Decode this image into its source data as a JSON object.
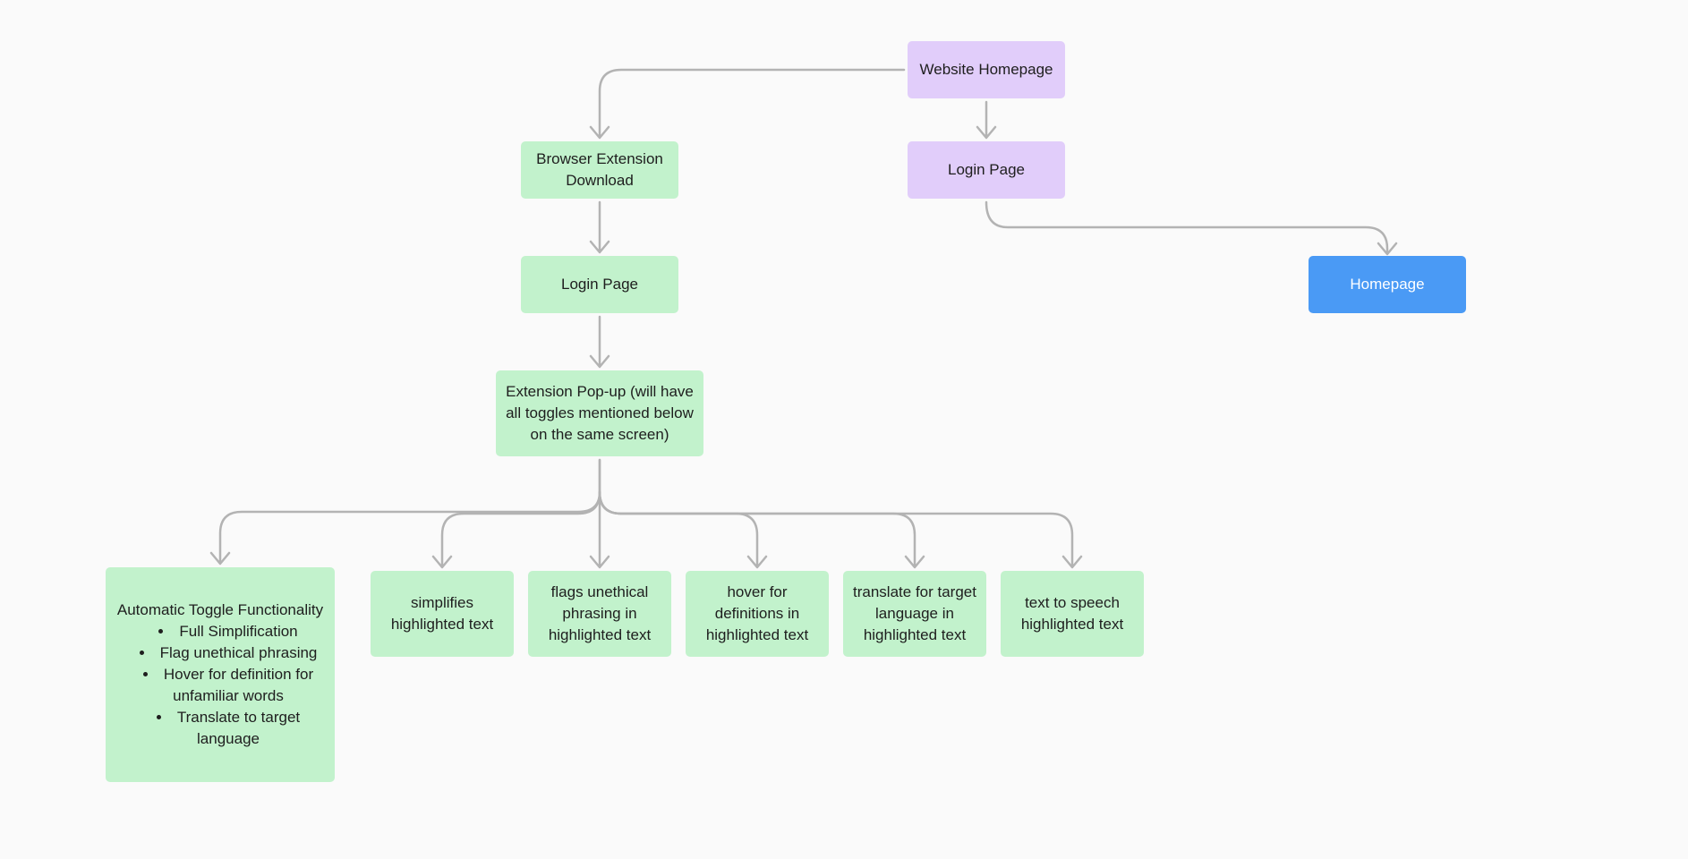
{
  "nodes": {
    "website_homepage": "Website Homepage",
    "login_page_user": "Login Page",
    "homepage": "Homepage",
    "browser_extension_download": "Browser Extension Download",
    "login_page_extension": "Login Page",
    "extension_popup": "Extension Pop-up (will have all toggles mentioned below on the same screen)",
    "automatic_toggle": {
      "title": "Automatic Toggle Functionality",
      "items": [
        "Full Simplification",
        "Flag unethical phrasing",
        "Hover for definition for unfamiliar words",
        "Translate to target language"
      ]
    },
    "simplifies": "simplifies highlighted text",
    "flags": "flags unethical phrasing in highlighted text",
    "hover": "hover for definitions in highlighted text",
    "translate": "translate for target language in highlighted text",
    "text_to_speech": "text to speech highlighted text"
  },
  "colors": {
    "extension_flow": "#c2f2cc",
    "website_flow": "#e1cdfa",
    "destination": "#4a9af5",
    "connector": "#b3b3b3",
    "background": "#fafafa"
  }
}
